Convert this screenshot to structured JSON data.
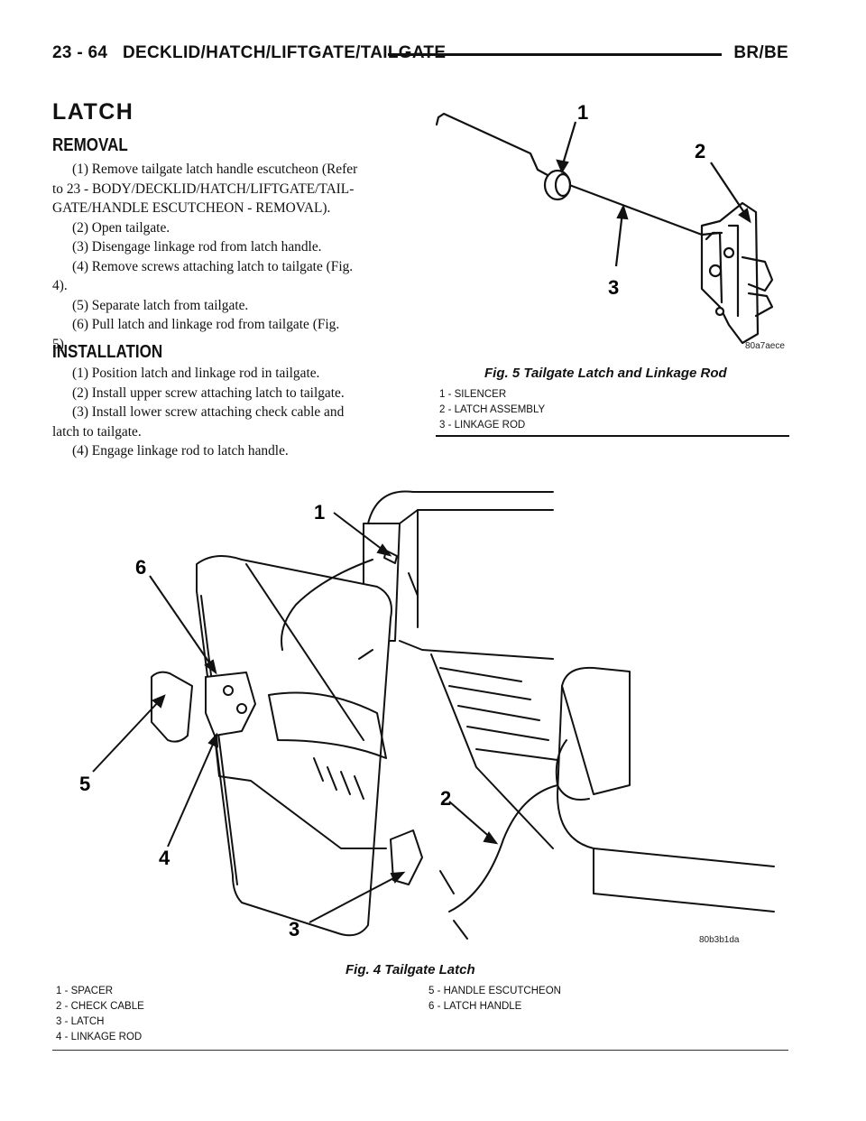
{
  "header": {
    "page_ref": "23 - 64",
    "section": "DECKLID/HATCH/LIFTGATE/TAILGATE",
    "model": "BR/BE"
  },
  "latch": {
    "title": "LATCH",
    "removal": {
      "heading": "REMOVAL",
      "steps": [
        "(1) Remove tailgate latch handle escutcheon (Refer",
        "to 23 - BODY/DECKLID/HATCH/LIFTGATE/TAIL-",
        "GATE/HANDLE ESCUTCHEON - REMOVAL).",
        "(2) Open tailgate.",
        "(3) Disengage linkage rod from latch handle.",
        "(4) Remove screws attaching latch to tailgate (Fig.",
        "4).",
        "(5) Separate latch from tailgate.",
        "(6) Pull latch and linkage rod from tailgate (Fig.",
        "5)."
      ]
    },
    "installation": {
      "heading": "INSTALLATION",
      "steps": [
        "(1) Position latch and linkage rod in tailgate.",
        "(2) Install upper screw attaching latch to tailgate.",
        "(3) Install lower screw attaching check cable and",
        "latch to tailgate.",
        "(4) Engage linkage rod to latch handle."
      ]
    }
  },
  "fig5": {
    "callouts": [
      "1",
      "2",
      "3"
    ],
    "code": "80a7aece",
    "caption": "Fig. 5 Tailgate Latch and Linkage Rod",
    "legend": [
      "1 - SILENCER",
      "2 - LATCH ASSEMBLY",
      "3 - LINKAGE ROD"
    ]
  },
  "fig4": {
    "callouts": [
      "1",
      "2",
      "3",
      "4",
      "5",
      "6"
    ],
    "code": "80b3b1da",
    "caption": "Fig. 4 Tailgate Latch",
    "legend_left": [
      "1 - SPACER",
      "2 - CHECK CABLE",
      "3 - LATCH",
      "4 - LINKAGE ROD"
    ],
    "legend_right": [
      "5 - HANDLE ESCUTCHEON",
      "6 - LATCH HANDLE"
    ]
  }
}
